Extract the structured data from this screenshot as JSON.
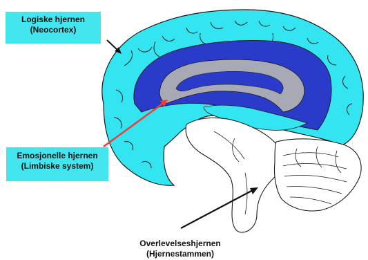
{
  "labels": {
    "neocortex": {
      "line1": "Logiske hjernen",
      "line2": "(Neocortex)"
    },
    "limbic": {
      "line1": "Emosjonelle hjernen",
      "line2": "(Limbiske system)"
    },
    "brainstem": {
      "line1": "Overlevelseshjernen",
      "line2": "(Hjernestammen)"
    }
  },
  "colors": {
    "cortex": "#33e5f0",
    "cortex_inner": "#2b3bc9",
    "limbic": "#a7a9b4",
    "label_box": "#43e6ee",
    "arrow_dark": "#111111",
    "arrow_red": "#ef3b3b",
    "outline": "#1a1a1a"
  }
}
